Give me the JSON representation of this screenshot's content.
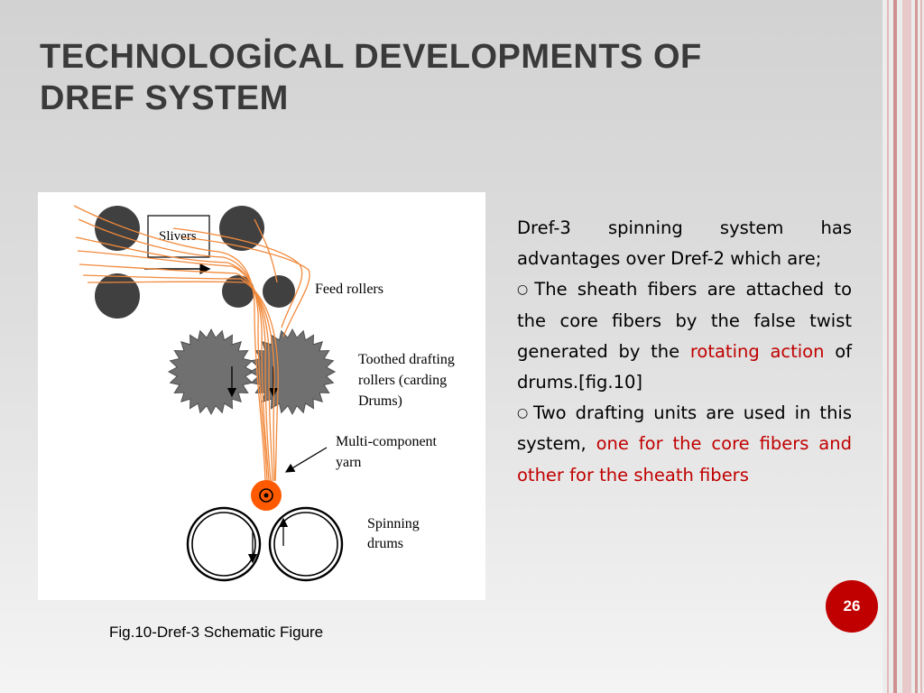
{
  "slide": {
    "title_line1": "TECHNOLOGİCAL DEVELOPMENTS OF",
    "title_line2": "DREF SYSTEM",
    "page_number": "26",
    "accent_color": "#c00000"
  },
  "figure": {
    "caption": "Fig.10-Dref-3 Schematic Figure",
    "labels": {
      "slivers": "Slivers",
      "feed_rollers": "Feed rollers",
      "toothed_1": "Toothed drafting",
      "toothed_2": "rollers (carding",
      "toothed_3": "Drums)",
      "multi_1": "Multi-component",
      "multi_2": "yarn",
      "spinning_1": "Spinning",
      "spinning_2": "drums"
    }
  },
  "body": {
    "p1": "Dref-3 spinning system has advantages over Dref-2 which are;",
    "b1_pre": "The sheath fibers are attached to the core fibers by the false twist generated by the ",
    "b1_red": "rotating action",
    "b1_post": " of drums.[fig.10]",
    "b2_pre": "Two drafting units are used in this system, ",
    "b2_red": "one for the core fibers and other for the sheath fibers",
    "bullet_glyph": "○"
  }
}
